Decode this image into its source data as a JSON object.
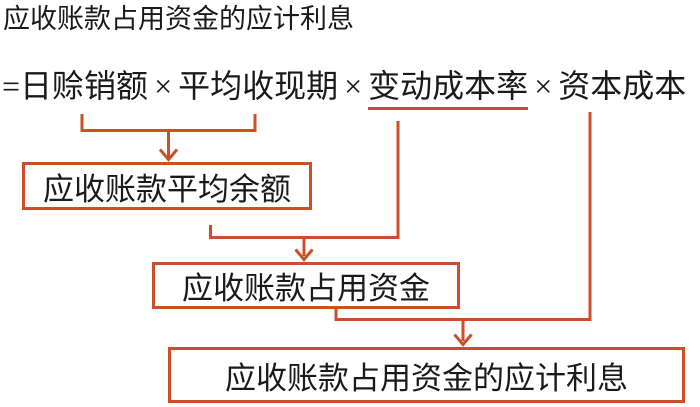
{
  "colors": {
    "accent": "#cc4f28",
    "text": "#1a1a1a",
    "background": "#ffffff"
  },
  "title": "应收账款占用资金的应计利息",
  "formula": {
    "terms": [
      {
        "text": "=日赊销额"
      },
      {
        "text": "×"
      },
      {
        "text": "平均收现期"
      },
      {
        "text": "×"
      },
      {
        "text": "变动成本率"
      },
      {
        "text": "×"
      },
      {
        "text": "资本成本"
      }
    ]
  },
  "boxes": {
    "avg_balance": {
      "label": "应收账款平均余额"
    },
    "occupied_funds": {
      "label": "应收账款占用资金"
    },
    "accrued_interest": {
      "label": "应收账款占用资金的应计利息"
    }
  }
}
